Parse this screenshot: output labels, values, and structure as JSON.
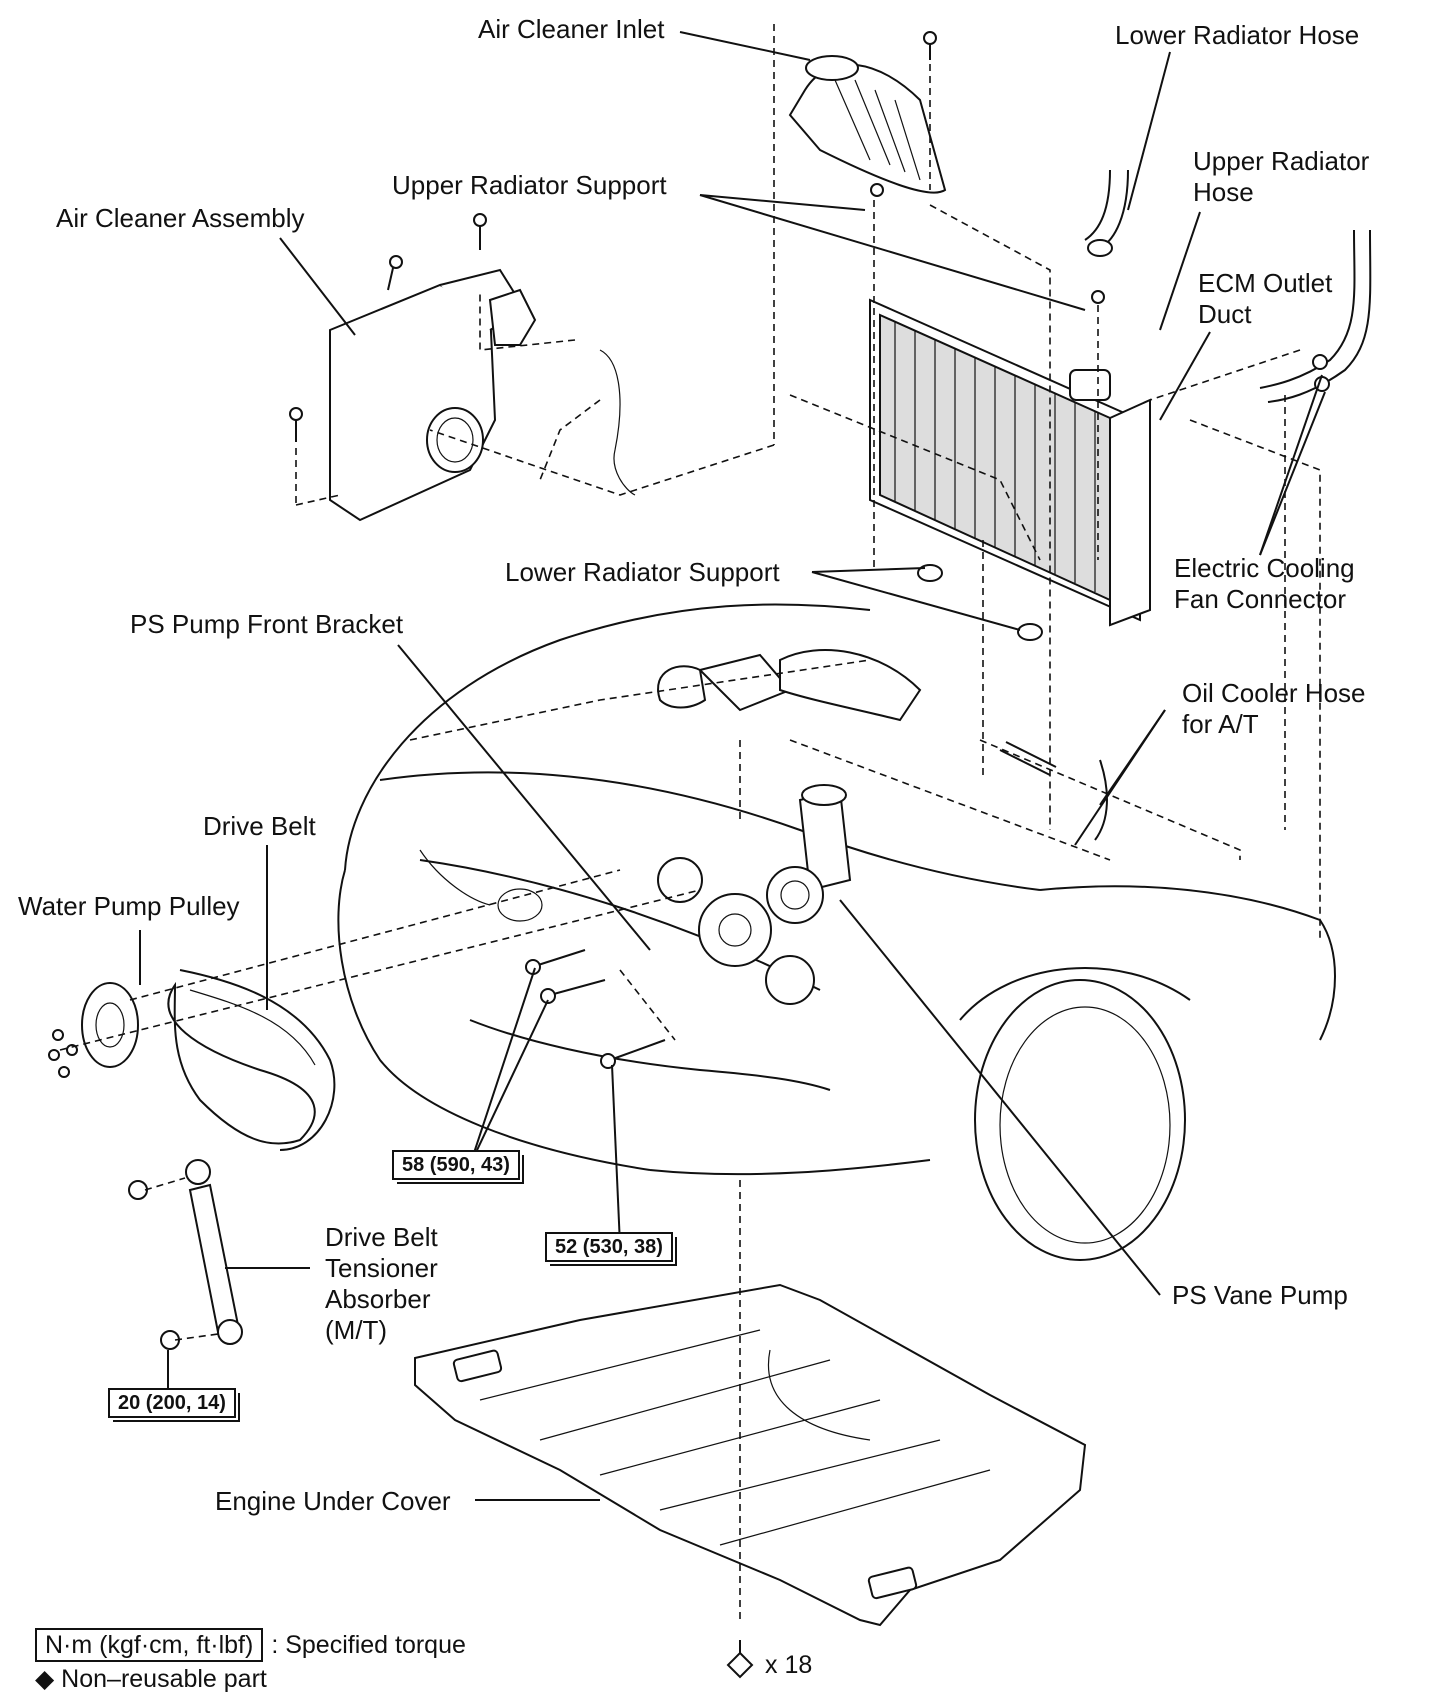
{
  "labels": {
    "air_cleaner_inlet": "Air Cleaner Inlet",
    "lower_radiator_hose": "Lower Radiator Hose",
    "upper_radiator_hose_1": "Upper  Radiator",
    "upper_radiator_hose_2": "Hose",
    "upper_radiator_support": "Upper Radiator Support",
    "air_cleaner_assembly": "Air Cleaner Assembly",
    "ecm_outlet_duct_1": "ECM Outlet",
    "ecm_outlet_duct_2": "Duct",
    "lower_radiator_support": "Lower Radiator Support",
    "electric_cooling_fan_1": "Electric Cooling",
    "electric_cooling_fan_2": "Fan Connector",
    "ps_pump_front_bracket": "PS Pump Front Bracket",
    "oil_cooler_hose_1": "Oil  Cooler  Hose",
    "oil_cooler_hose_2": "for A/T",
    "drive_belt": "Drive Belt",
    "water_pump_pulley": "Water Pump Pulley",
    "tensioner_1": "Drive  Belt",
    "tensioner_2": "Tensioner",
    "tensioner_3": "Absorber",
    "tensioner_4": "(M/T)",
    "ps_vane_pump": "PS Vane Pump",
    "engine_under_cover": "Engine Under Cover"
  },
  "torques": {
    "t58": "58 (590, 43)",
    "t52": "52 (530, 38)",
    "t20": "20 (200, 14)"
  },
  "legend": {
    "torque_unit": "N·m (kgf·cm, ft·lbf)",
    "torque_text": ": Specified torque",
    "non_reusable": "◆ Non–reusable part",
    "clip_count": "x 18"
  }
}
